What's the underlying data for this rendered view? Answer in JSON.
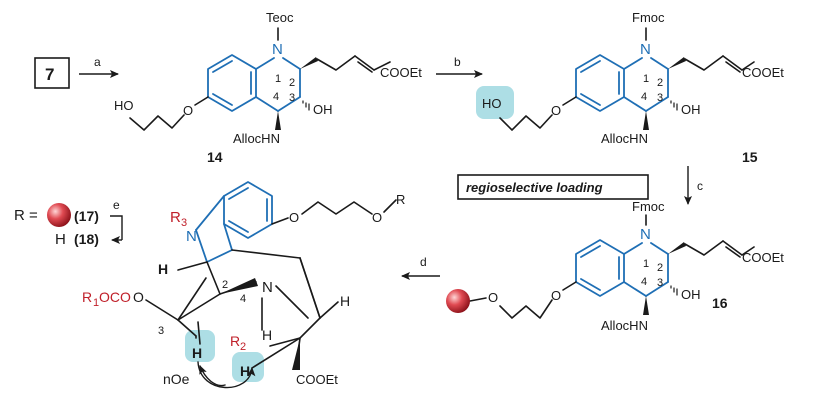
{
  "start_compound": "7",
  "steps": {
    "a": "a",
    "b": "b",
    "c": "c",
    "d": "d",
    "e": "e"
  },
  "compounds": {
    "c14": {
      "id": "14",
      "n_protect": "Teoc",
      "ester": "COOEt",
      "oh": "OH",
      "ho": "HO",
      "nh": "AllocHN",
      "o": "O",
      "n": "N",
      "ring_numbers": [
        "1",
        "2",
        "3",
        "4"
      ]
    },
    "c15": {
      "id": "15",
      "n_protect": "Fmoc",
      "ester": "COOEt",
      "oh": "OH",
      "ho": "HO",
      "nh": "AllocHN",
      "o": "O",
      "n": "N",
      "ring_numbers": [
        "1",
        "2",
        "3",
        "4"
      ]
    },
    "c16": {
      "id": "16",
      "n_protect": "Fmoc",
      "ester": "COOEt",
      "oh": "OH",
      "nh": "AllocHN",
      "o": "O",
      "n": "N",
      "ring_numbers": [
        "1",
        "2",
        "3",
        "4"
      ]
    },
    "product": {
      "r_label": "R =",
      "r_17": "(17)",
      "r_18": "(18)",
      "h": "H",
      "r3": "R",
      "r3_sub": "3",
      "r1oco_pre": "R",
      "r1oco_sub": "1",
      "r1oco_post": "OCO",
      "r2": "R",
      "r2_sub": "2",
      "n": "N",
      "o": "O",
      "or": "R",
      "ester": "COOEt",
      "noe": "nOe",
      "ring_numbers": [
        "2",
        "3",
        "4"
      ]
    }
  },
  "regio_label": "regioselective loading",
  "colors": {
    "bond": "#1a1a1a",
    "accent_blue": "#1f6fb5",
    "accent_red": "#c0202a",
    "highlight": "#9fd8e0",
    "bead": "#d8303a"
  }
}
